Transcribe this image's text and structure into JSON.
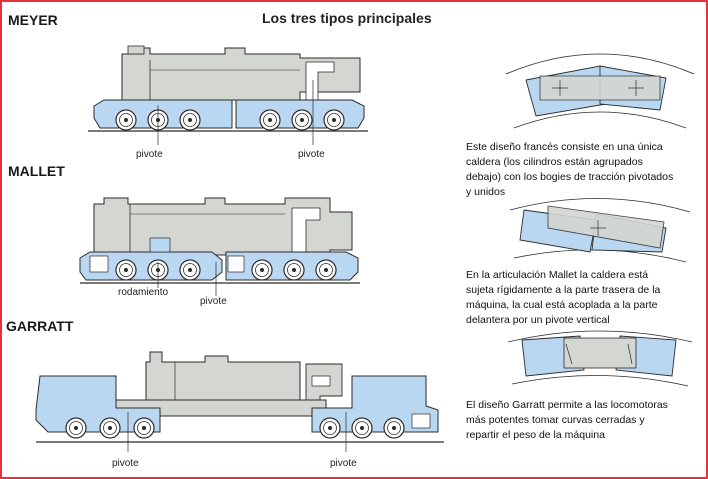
{
  "title": "Los tres tipos principales",
  "sections": {
    "meyer": {
      "heading": "MEYER",
      "labels": [
        "pivote",
        "pivote"
      ],
      "description": [
        "Este diseño francés consiste en una única",
        "caldera (los cilindros están agrupados",
        "debajo) con los bogies de tracción pivotados",
        "y unidos"
      ]
    },
    "mallet": {
      "heading": "MALLET",
      "labels": [
        "rodamiento",
        "pivote"
      ],
      "description": [
        "En la articulación Mallet la caldera está",
        "sujeta rígidamente a la parte trasera de la",
        "máquina, la cual está acoplada a la parte",
        "delantera por un pivote vertical"
      ]
    },
    "garratt": {
      "heading": "GARRATT",
      "labels": [
        "pivote",
        "pivote"
      ],
      "description": [
        "El diseño Garratt permite a las locomotoras",
        "más potentes tomar curvas cerradas y",
        "repartir el peso de la máquina"
      ]
    }
  },
  "colors": {
    "frame": "#e8323a",
    "body_gray": "#d4d6d2",
    "bogie_blue": "#b9d7f0",
    "outline": "#2b2b2b"
  }
}
